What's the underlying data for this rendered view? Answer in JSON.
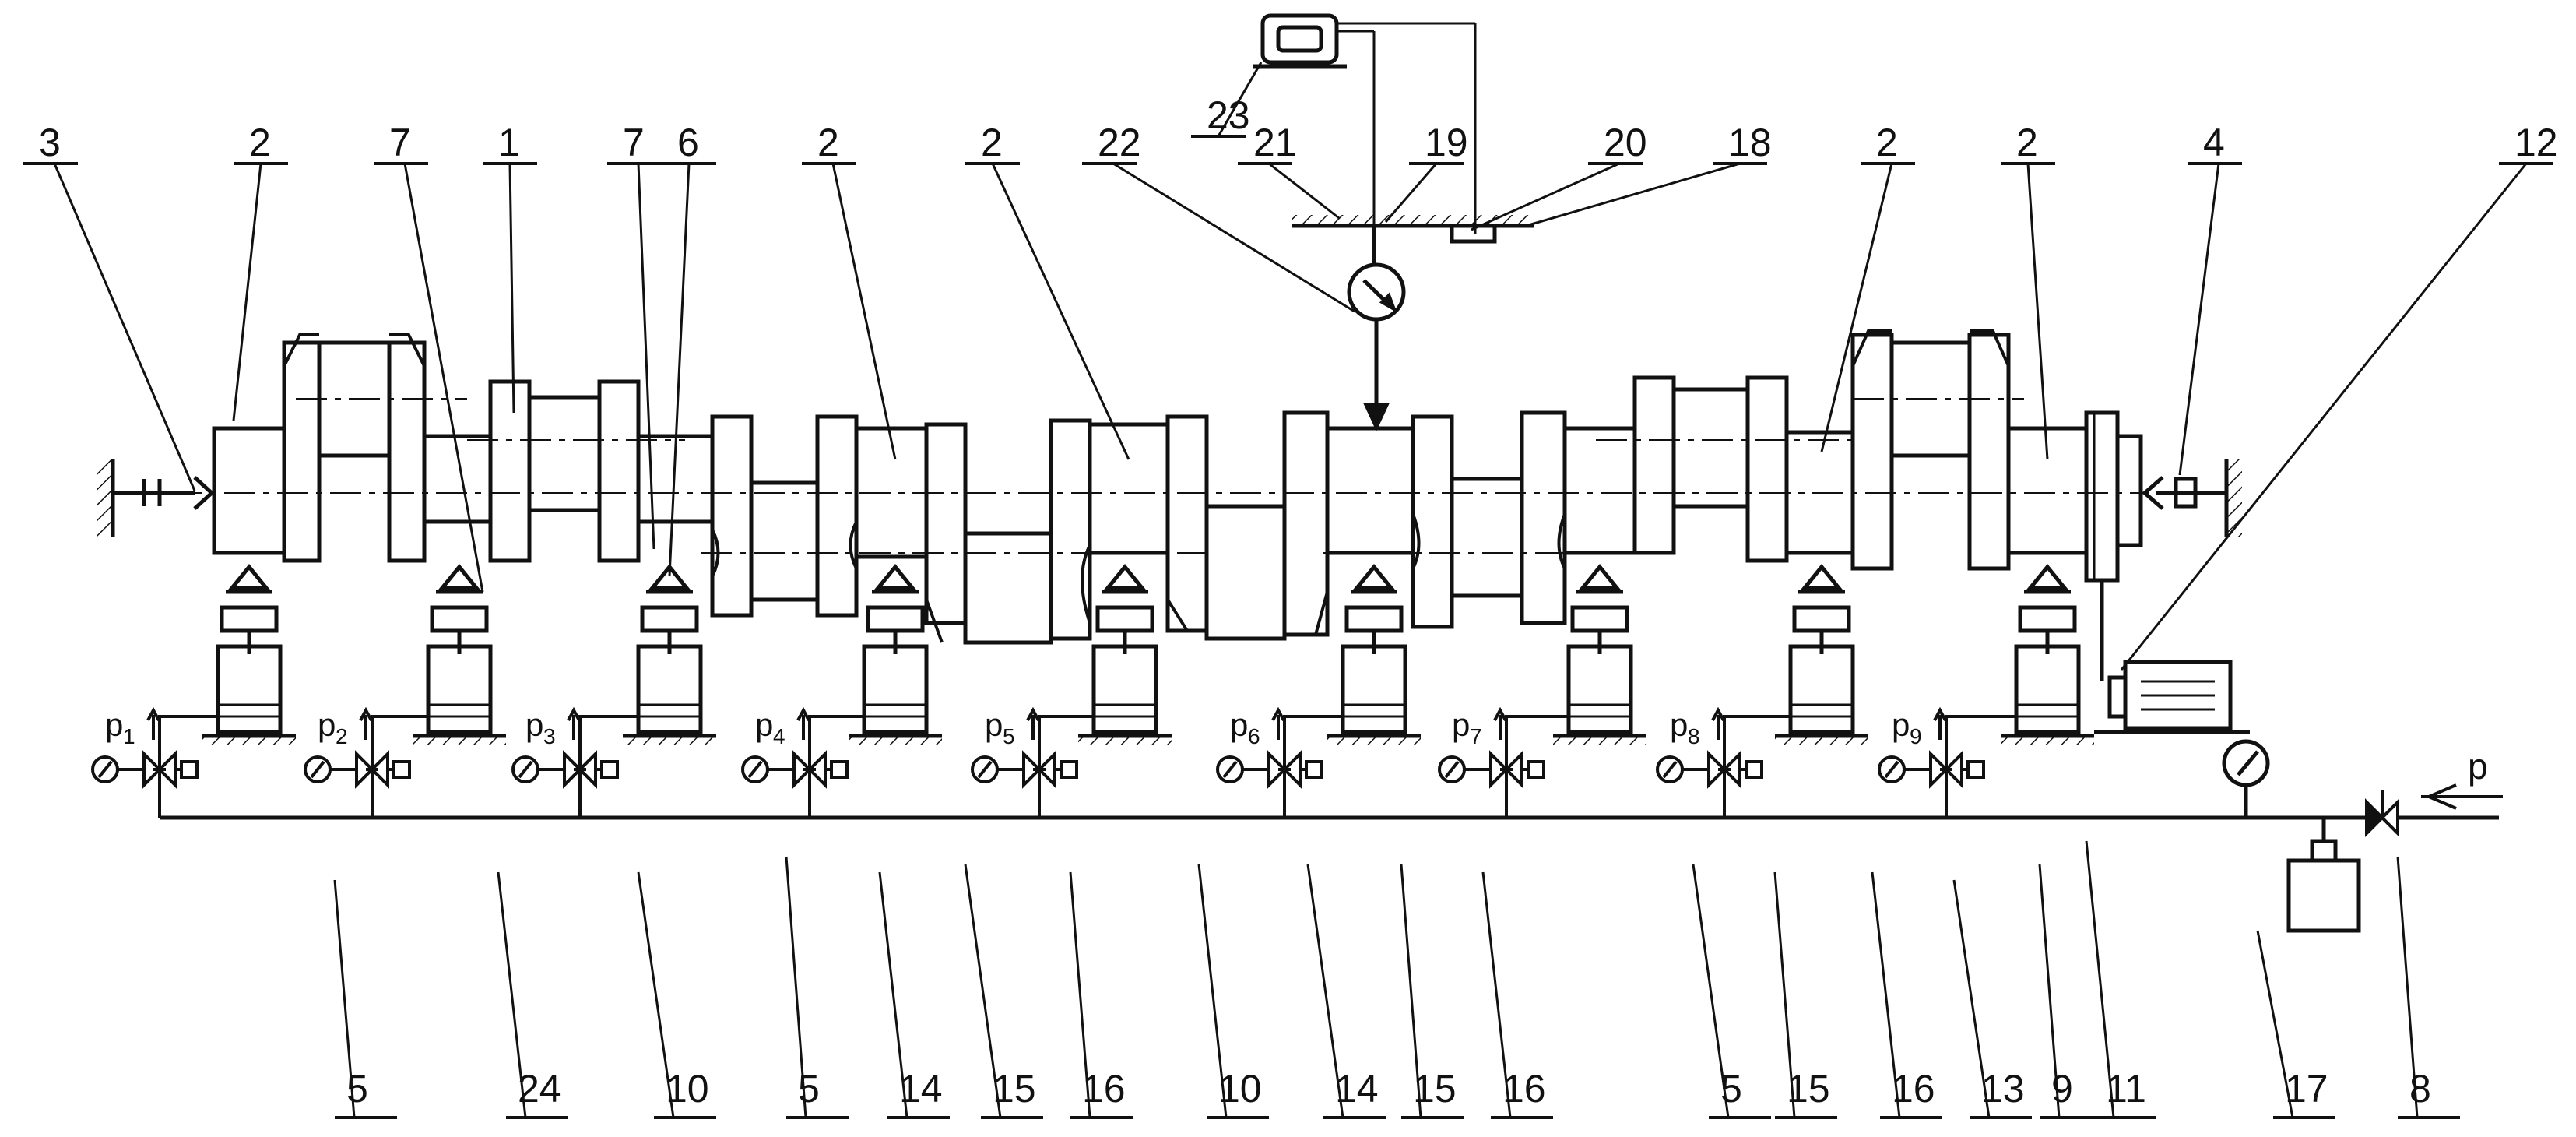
{
  "diagram": {
    "callouts": {
      "top": [
        "3",
        "2",
        "7",
        "1",
        "7",
        "6",
        "2",
        "2",
        "22",
        "23",
        "21",
        "19",
        "20",
        "18",
        "2",
        "2",
        "4",
        "12"
      ],
      "bottom": [
        "5",
        "24",
        "10",
        "5",
        "14",
        "15",
        "16",
        "10",
        "14",
        "15",
        "16",
        "5",
        "15",
        "16",
        "13",
        "9",
        "11",
        "17",
        "8"
      ]
    },
    "pressures": [
      {
        "p": "p",
        "sub": "1"
      },
      {
        "p": "p",
        "sub": "2"
      },
      {
        "p": "p",
        "sub": "3"
      },
      {
        "p": "p",
        "sub": "4"
      },
      {
        "p": "p",
        "sub": "5"
      },
      {
        "p": "p",
        "sub": "6"
      },
      {
        "p": "p",
        "sub": "7"
      },
      {
        "p": "p",
        "sub": "8"
      },
      {
        "p": "p",
        "sub": "9"
      }
    ],
    "inlet_label": "p"
  }
}
